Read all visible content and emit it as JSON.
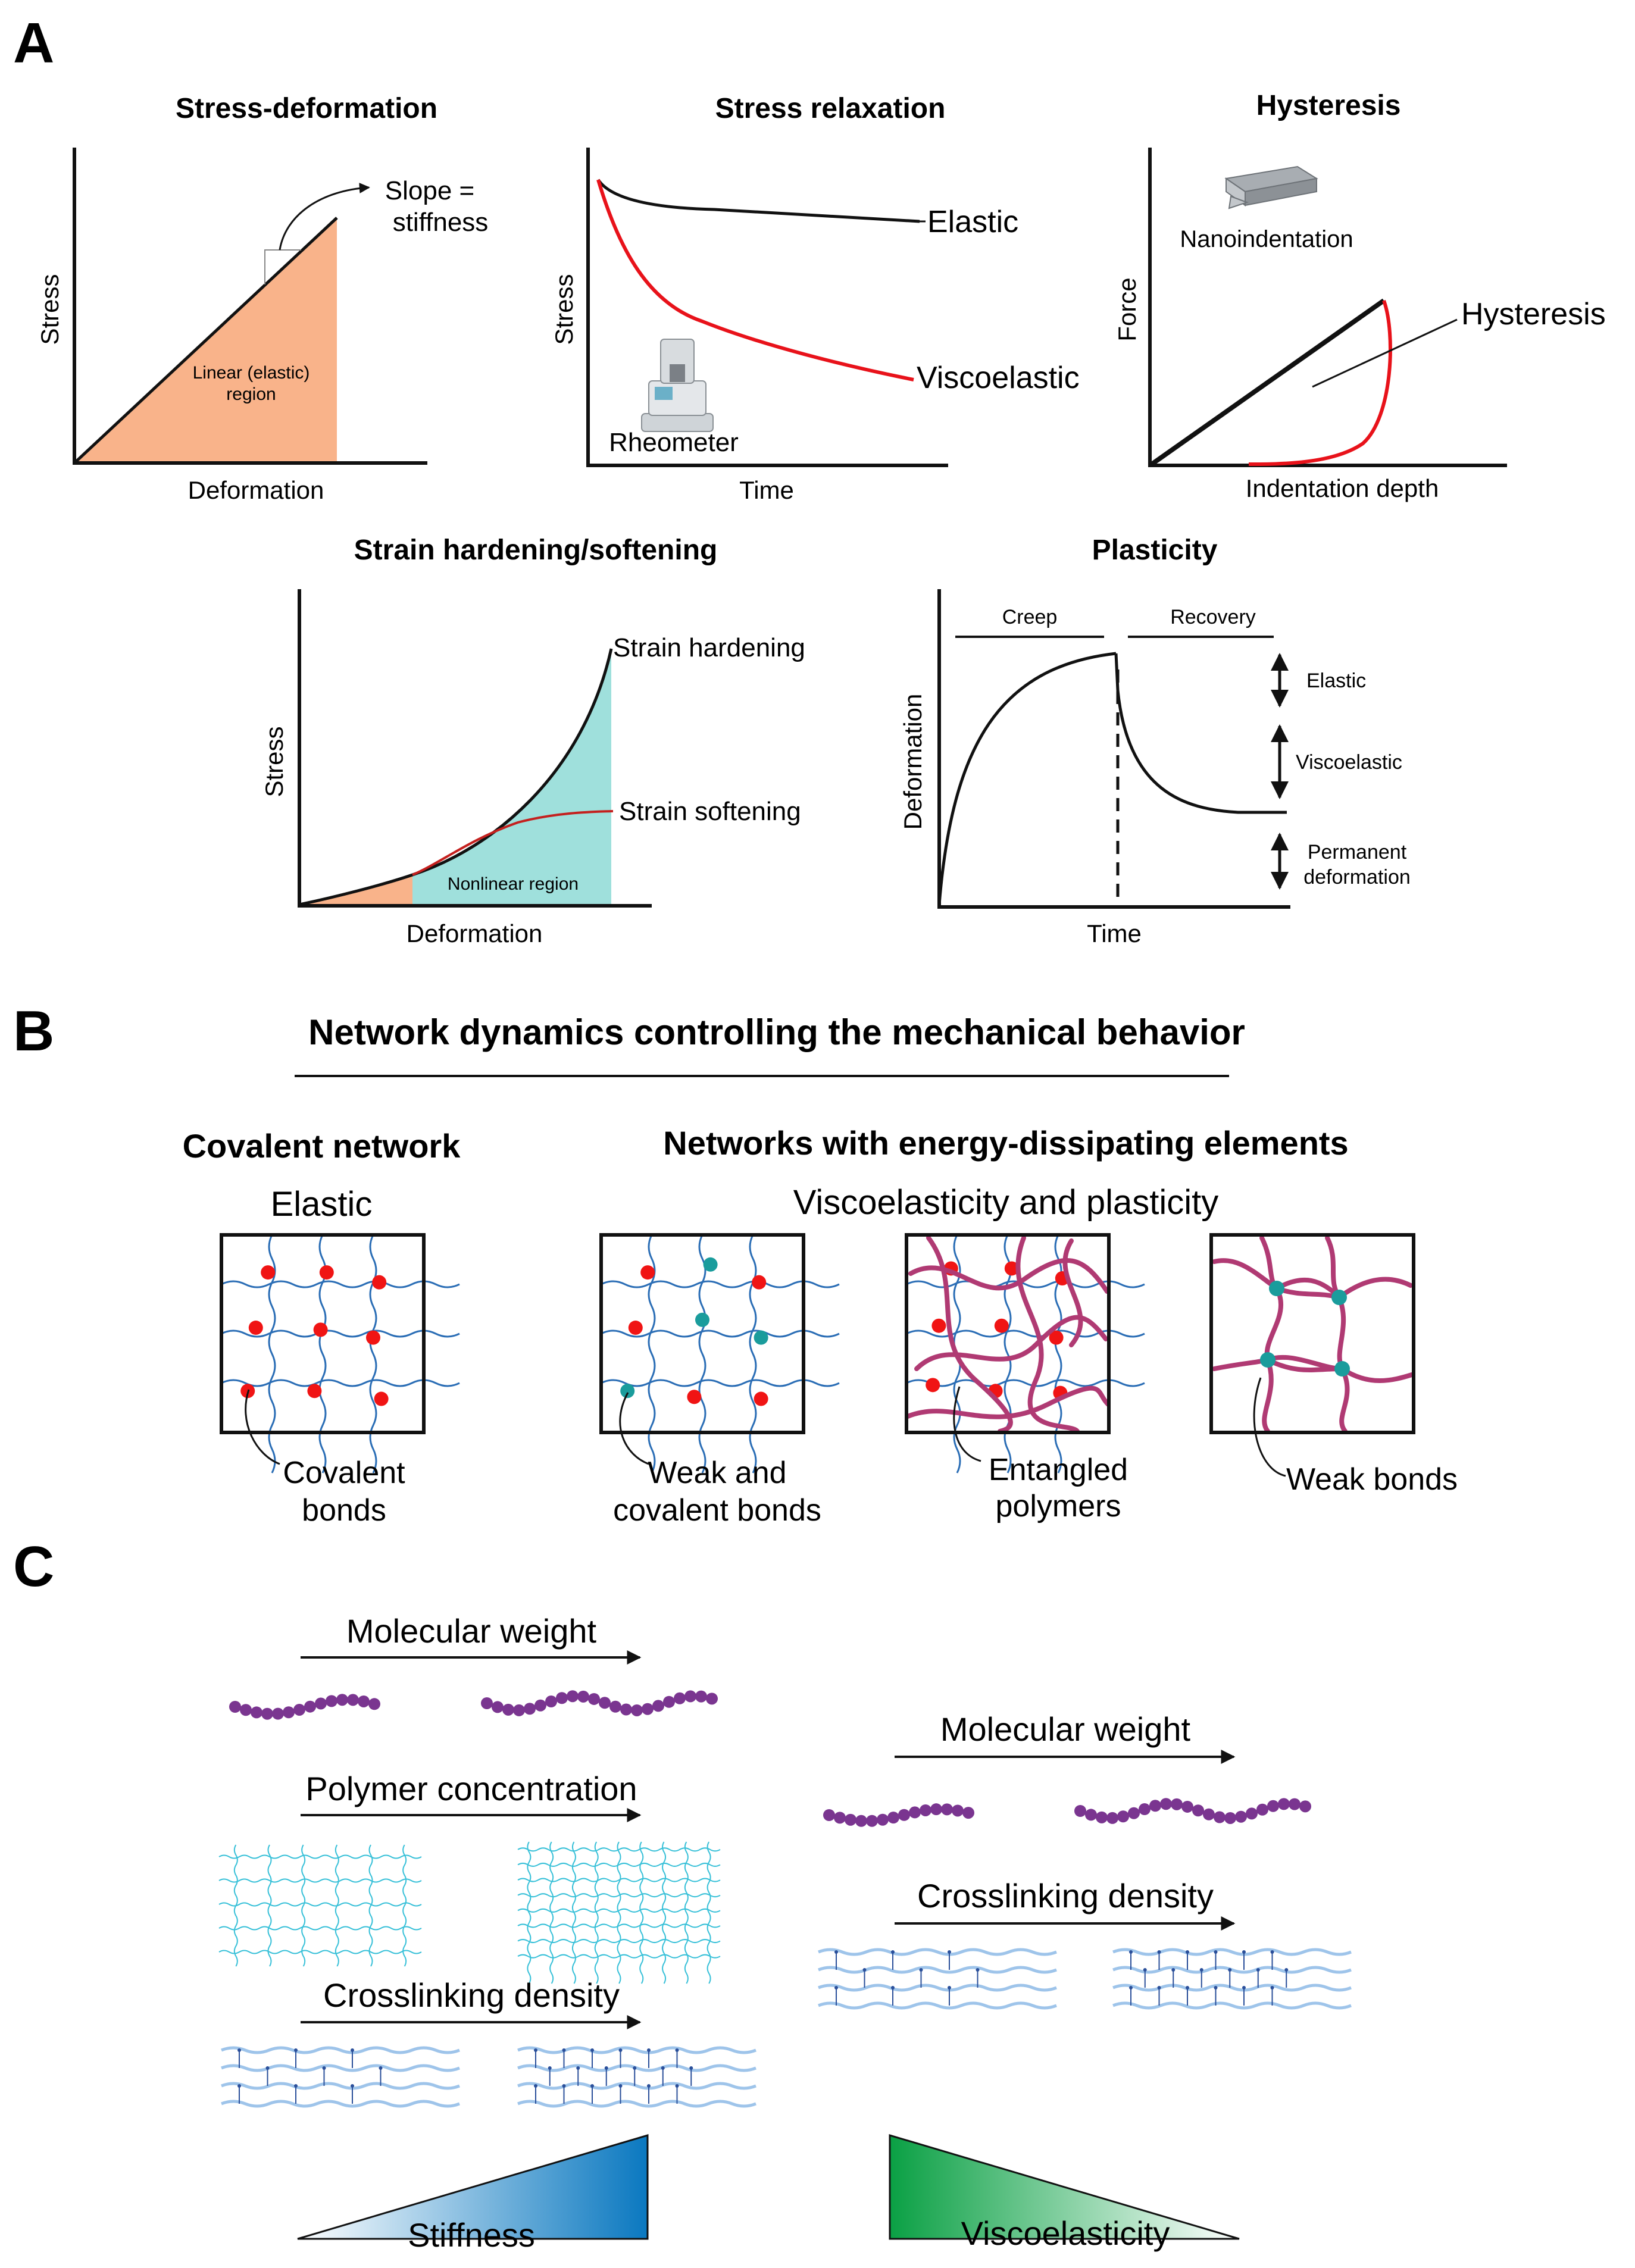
{
  "panels": {
    "a": {
      "letter": "A",
      "stress_deformation": {
        "title": "Stress-deformation",
        "ylabel": "Stress",
        "xlabel": "Deformation",
        "region_line1": "Linear (elastic)",
        "region_line2": "region",
        "slope_line1": "Slope =",
        "slope_line2": "stiffness"
      },
      "stress_relaxation": {
        "title": "Stress relaxation",
        "ylabel": "Stress",
        "xlabel": "Time",
        "elastic": "Elastic",
        "viscoelastic": "Viscoelastic",
        "instrument": "Rheometer"
      },
      "hysteresis": {
        "title": "Hysteresis",
        "ylabel": "Force",
        "xlabel": "Indentation depth",
        "loop_label": "Hysteresis",
        "instrument": "Nanoindentation"
      },
      "strain": {
        "title": "Strain hardening/softening",
        "ylabel": "Stress",
        "xlabel": "Deformation",
        "hardening": "Strain hardening",
        "softening": "Strain softening",
        "region": "Nonlinear region"
      },
      "plasticity": {
        "title": "Plasticity",
        "ylabel": "Deformation",
        "xlabel": "Time",
        "creep": "Creep",
        "recovery": "Recovery",
        "elastic": "Elastic",
        "viscoelastic": "Viscoelastic",
        "permanent_line1": "Permanent",
        "permanent_line2": "deformation"
      }
    },
    "b": {
      "letter": "B",
      "title": "Network dynamics controlling the mechanical behavior",
      "left_heading": "Covalent network",
      "left_sub": "Elastic",
      "right_heading": "Networks with energy-dissipating elements",
      "right_sub": "Viscoelasticity and plasticity",
      "box1_label_line1": "Covalent",
      "box1_label_line2": "bonds",
      "box2_label_line1": "Weak and",
      "box2_label_line2": "covalent bonds",
      "box3_label_line1": "Entangled",
      "box3_label_line2": "polymers",
      "box4_label": "Weak bonds"
    },
    "c": {
      "letter": "C",
      "left_mw": "Molecular weight",
      "left_conc": "Polymer concentration",
      "left_xlink": "Crosslinking density",
      "left_gradient": "Stiffness",
      "right_mw": "Molecular weight",
      "right_xlink": "Crosslinking density",
      "right_gradient": "Viscoelasticity"
    }
  },
  "colors": {
    "linear_region": "#f9b38a",
    "nonlinear_region": "#9fe0dc",
    "red_curve": "#e8121a",
    "covalent_dot": "#f01414",
    "weak_dot": "#1a9c9c",
    "network_line": "#2a6db5",
    "entangled_polymer": "#b03a73",
    "bead": "#7a3590",
    "cyan_mesh": "#37c0d8",
    "light_blue_wave": "#9ec4ea",
    "stiffness_gradient": "#0a78c0",
    "visco_gradient": "#0aa044"
  }
}
